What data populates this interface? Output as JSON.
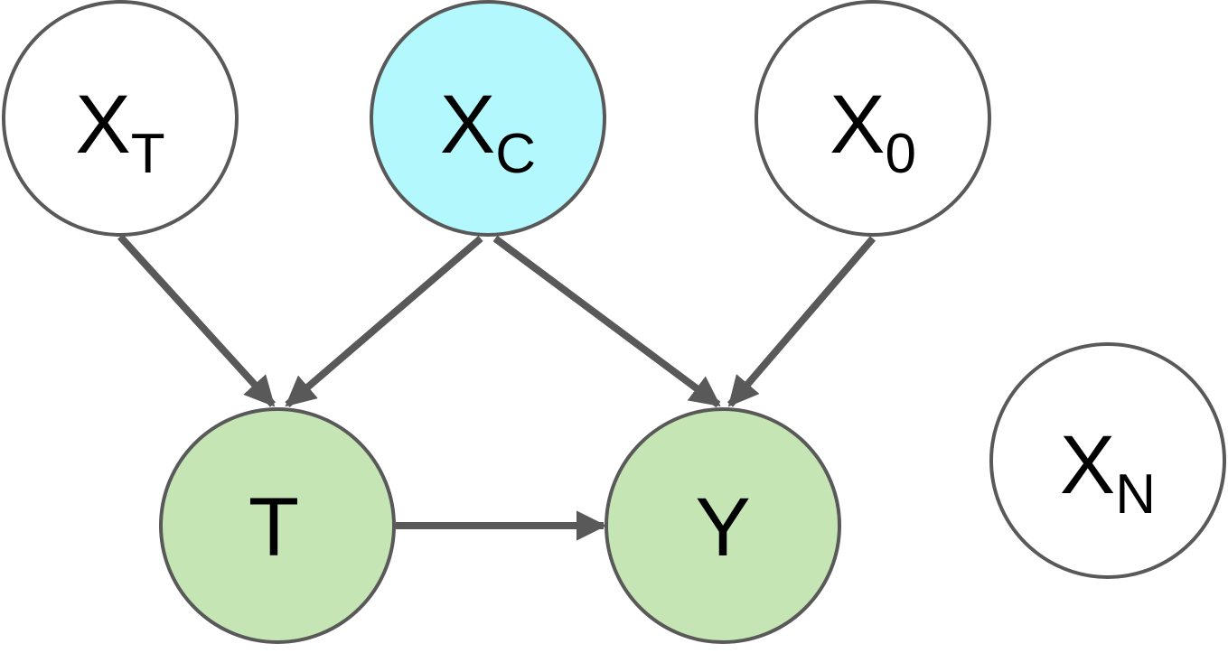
{
  "colors": {
    "outline": "#595959",
    "node_default_fill": "#ffffff",
    "node_confounder_fill": "#b3f8fc",
    "node_treatment_outcome_fill": "#c6e5b5"
  },
  "nodes": {
    "xt": {
      "main": "X",
      "sub": "T",
      "fill": "#ffffff"
    },
    "xc": {
      "main": "X",
      "sub": "C",
      "fill": "#b3f8fc"
    },
    "xo": {
      "main": "X",
      "sub": "0",
      "fill": "#ffffff"
    },
    "t": {
      "main": "T",
      "sub": "",
      "fill": "#c6e5b5"
    },
    "y": {
      "main": "Y",
      "sub": "",
      "fill": "#c6e5b5"
    },
    "xn": {
      "main": "X",
      "sub": "N",
      "fill": "#ffffff"
    }
  },
  "edges": [
    {
      "from": "xt",
      "to": "t"
    },
    {
      "from": "xc",
      "to": "t"
    },
    {
      "from": "xc",
      "to": "y"
    },
    {
      "from": "xo",
      "to": "y"
    },
    {
      "from": "t",
      "to": "y"
    }
  ]
}
